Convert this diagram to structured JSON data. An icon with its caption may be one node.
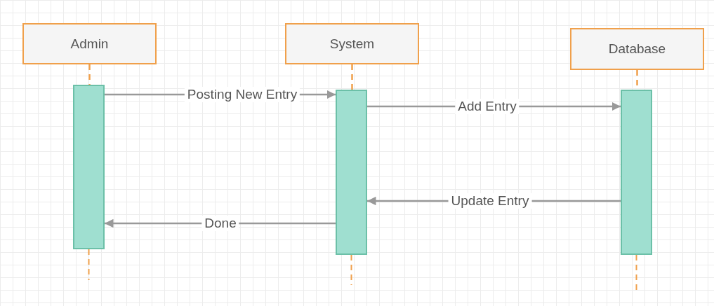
{
  "diagram": {
    "nodes": [
      {
        "text": [
          "Admin"
        ]
      },
      {
        "text": [
          "System"
        ]
      },
      {
        "text": [
          "Database"
        ]
      },
      {
        "text": [],
        "shape": "bar"
      },
      {
        "text": [],
        "shape": "bar"
      },
      {
        "text": [],
        "shape": "bar"
      }
    ],
    "edges": [
      {
        "from": 0,
        "to": 3,
        "arrow": "none",
        "style": "dashed",
        "color": "#f0a04b"
      },
      {
        "from": 1,
        "to": 4,
        "arrow": "none",
        "style": "dashed",
        "color": "#f0a04b"
      },
      {
        "from": 2,
        "to": 5,
        "arrow": "none",
        "style": "dashed",
        "color": "#f0a04b"
      },
      {
        "from": 3,
        "to": 4,
        "arrow": "to",
        "label": "Posting New Entry"
      },
      {
        "from": 4,
        "to": 5,
        "arrow": "to",
        "label": "Add Entry"
      },
      {
        "from": 5,
        "to": 4,
        "arrow": "to",
        "label": "Update Entry"
      },
      {
        "from": 4,
        "to": 3,
        "arrow": "to",
        "label": "Done"
      }
    ]
  }
}
